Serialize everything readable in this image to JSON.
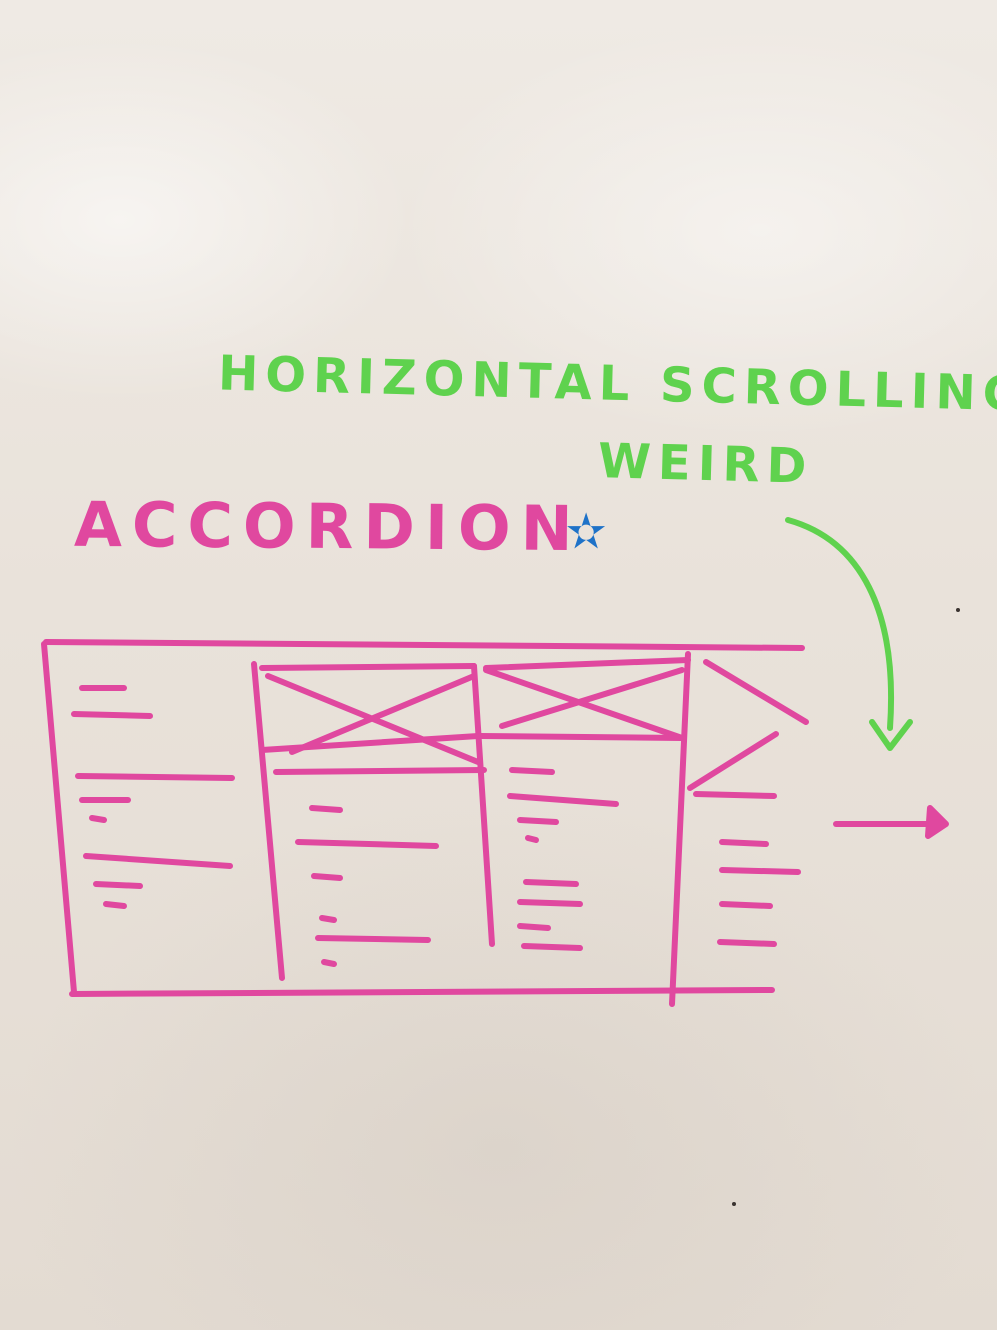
{
  "whiteboard": {
    "note_line1": "HORIZONTAL SCROLLING",
    "note_line2": "WEIRD",
    "heading": "ACCORDION",
    "star_glyph": "✫"
  },
  "colors": {
    "board": "#e9e2da",
    "green_marker": "#5fd24e",
    "pink_marker": "#e0489f",
    "blue_marker": "#1e72c8"
  }
}
